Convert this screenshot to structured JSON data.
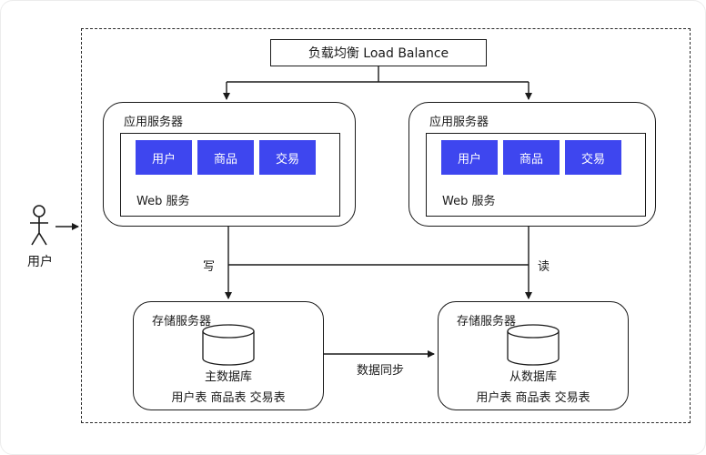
{
  "diagram": {
    "actor": {
      "label": "用户"
    },
    "load_balancer": {
      "label": "负载均衡 Load Balance"
    },
    "app_servers": [
      {
        "title": "应用服务器",
        "web_label": "Web 服务",
        "modules": [
          "用户",
          "商品",
          "交易"
        ]
      },
      {
        "title": "应用服务器",
        "web_label": "Web 服务",
        "modules": [
          "用户",
          "商品",
          "交易"
        ]
      }
    ],
    "storage_servers": [
      {
        "title": "存储服务器",
        "db_label": "主数据库",
        "tables_label": "用户表 商品表 交易表"
      },
      {
        "title": "存储服务器",
        "db_label": "从数据库",
        "tables_label": "用户表 商品表 交易表"
      }
    ],
    "edges": {
      "write_label": "写",
      "read_label": "读",
      "sync_label": "数据同步"
    },
    "colors": {
      "module_blue": "#3e46ef",
      "line_color": "#1a1a1a"
    }
  }
}
